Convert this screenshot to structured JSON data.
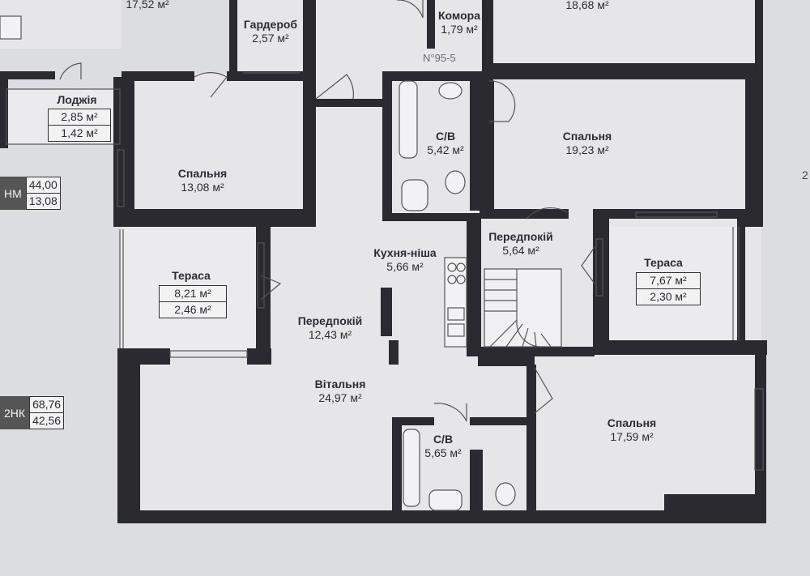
{
  "rooms": {
    "top_left_area": "17,52 м²",
    "garderob": {
      "name": "Гардероб",
      "area": "2,57 м²"
    },
    "komora": {
      "name": "Комора",
      "area": "1,79 м²"
    },
    "top_right_area": "18,68 м²",
    "lodzhiia": {
      "name": "Лоджія",
      "area1": "2,85 м²",
      "area2": "1,42 м²"
    },
    "spalnia_1": {
      "name": "Спальня",
      "area": "13,08 м²"
    },
    "sv_1": {
      "name": "С/В",
      "area": "5,42 м²"
    },
    "spalnia_2": {
      "name": "Спальня",
      "area": "19,23 м²"
    },
    "kukhnia": {
      "name": "Кухня-ніша",
      "area": "5,66 м²"
    },
    "peredpokii_1": {
      "name": "Передпокій",
      "area": "5,64 м²"
    },
    "terasa_1": {
      "name": "Тераса",
      "area1": "8,21 м²",
      "area2": "2,46 м²"
    },
    "terasa_2": {
      "name": "Тераса",
      "area1": "7,67 м²",
      "area2": "2,30 м²"
    },
    "peredpokii_2": {
      "name": "Передпокій",
      "area": "12,43 м²"
    },
    "vitalnia": {
      "name": "Вітальня",
      "area": "24,97 м²"
    },
    "sv_2": {
      "name": "С/В",
      "area": "5,65 м²"
    },
    "spalnia_3": {
      "name": "Спальня",
      "area": "17,59 м²"
    }
  },
  "legend_1": {
    "code": "НМ",
    "val1": "44,00",
    "val2": "13,08"
  },
  "legend_2": {
    "code": "2НК",
    "val1": "68,76",
    "val2": "42,56"
  },
  "stamp": "N°95-5",
  "edge_mark": "2"
}
